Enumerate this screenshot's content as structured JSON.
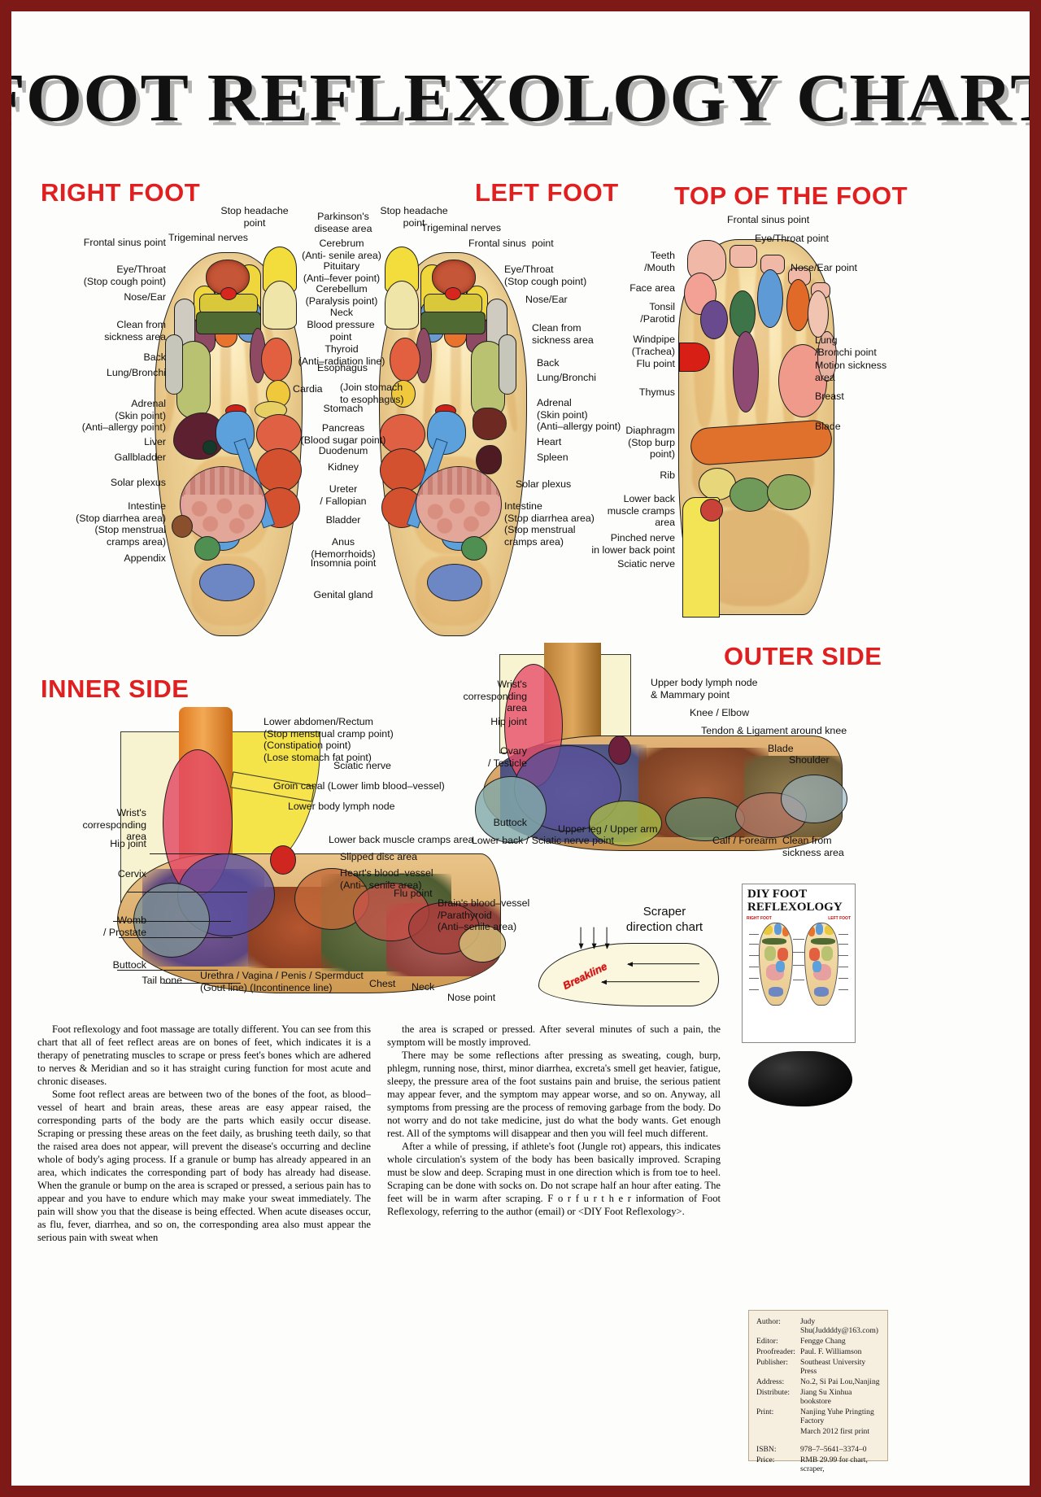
{
  "poster": {
    "title": "FOOT REFLEXOLOGY CHART",
    "accent_red": "#e02020",
    "border_color": "#7d1a17"
  },
  "sections": {
    "right_foot": "RIGHT FOOT",
    "left_foot": "LEFT FOOT",
    "top_of_foot": "TOP OF THE FOOT",
    "inner_side": "INNER SIDE",
    "outer_side": "OUTER SIDE"
  },
  "right_foot_labels_left": [
    "Frontal sinus point",
    "Eye/Throat\n(Stop cough point)",
    "Nose/Ear",
    "Clean from\nsickness area",
    "Back",
    "Lung/Bronchi",
    "Adrenal\n(Skin point)\n(Anti–allergy point)",
    "Liver",
    "Gallbladder",
    "Solar plexus",
    "Intestine\n(Stop diarrhea area)\n(Stop menstrual\ncramps area)",
    "Appendix"
  ],
  "right_foot_labels_top": [
    "Stop headache\npoint",
    "Trigeminal nerves"
  ],
  "center_labels": [
    "Parkinson's\ndisease area",
    "Cerebrum\n(Anti- senile area)",
    "Pituitary\n(Anti–fever point)",
    "Cerebellum\n(Paralysis point)",
    "Neck",
    "Blood pressure\npoint",
    "Thyroid\n(Anti–radiation line)",
    "Esophagus",
    "Cardia",
    "Stomach",
    "Pancreas\n(Blood sugar point)",
    "Duodenum",
    "Kidney",
    "Ureter\n/ Fallopian",
    "Bladder",
    "Anus\n(Hemorrhoids)",
    "Insomnia point",
    "Genital gland"
  ],
  "center_label_cardia_note": "(Join stomach\nto esophagus)",
  "left_foot_labels_top": [
    "Stop headache\npoint",
    "Trigeminal nerves",
    "Frontal sinus  point"
  ],
  "left_foot_labels_right": [
    "Eye/Throat\n(Stop cough point)",
    "Nose/Ear",
    "Clean from\nsickness area",
    "Back",
    "Lung/Bronchi",
    "Adrenal\n(Skin point)\n(Anti–allergy point)",
    "Heart",
    "Spleen",
    "Solar plexus",
    "Intestine\n(Stop diarrhea area)\n(Stop menstrual\ncramps area)"
  ],
  "top_foot_labels_left": [
    "Teeth\n/Mouth",
    "Face area",
    "Tonsil\n/Parotid",
    "Windpipe\n(Trachea)",
    "Flu point",
    "Thymus",
    "Diaphragm\n(Stop burp\npoint)",
    "Rib",
    "Lower back\nmuscle cramps\narea",
    "Pinched nerve\nin lower back point",
    "Sciatic nerve"
  ],
  "top_foot_labels_right": [
    "Frontal sinus point",
    "Eye/Throat point",
    "Nose/Ear point",
    "Lung\n/Bronchi point",
    "Motion sickness\narea",
    "Breast",
    "Blade"
  ],
  "inner_side_labels_right": [
    "Lower abdomen/Rectum\n(Stop menstrual cramp point)\n(Constipation point)\n(Lose stomach fat point)",
    "Sciatic nerve",
    "Groin canal (Lower limb blood–vessel)",
    "Lower body lymph node",
    "Lower back muscle cramps area",
    "Slipped disc area",
    "Heart's blood–vessel\n(Anti– senile area)",
    "Flu point",
    "Brain's blood–vessel\n/Parathyroid\n(Anti–senile area)"
  ],
  "inner_side_labels_left": [
    "Wrist's\ncorresponding\narea",
    "Hip joint",
    "Cervix",
    "Womb\n/ Prostate",
    "Buttock",
    "Tail bone"
  ],
  "inner_side_labels_bottom": [
    "Urethra / Vagina / Penis / Spermduct\n(Gout line) (Incontinence line)",
    "Chest",
    "Neck",
    "Nose point"
  ],
  "outer_side_labels_left": [
    "Wrist's\ncorresponding\narea",
    "Hip joint",
    "Ovary\n/ Testicle",
    "Buttock"
  ],
  "outer_side_labels_right": [
    "Upper body lymph node\n& Mammary point",
    "Knee / Elbow",
    "Tendon & Ligament around knee",
    "Blade",
    "Shoulder",
    "Calf / Forearm",
    "Clean from\nsickness area"
  ],
  "outer_side_labels_bottom": [
    "Lower back / Sciatic nerve point",
    "Upper leg / Upper arm"
  ],
  "scraper": {
    "title": "Scraper\ndirection\nchart",
    "breakline": "Breakline"
  },
  "diy": {
    "title": "DIY\nFOOT\nREFLEXOLOGY",
    "left_cap": "RIGHT FOOT",
    "right_cap": "LEFT FOOT"
  },
  "body_text": {
    "col1": [
      "Foot reflexology and foot massage are totally different. You can see from this chart that all of feet reflect areas are on bones of feet, which indicates it is a therapy of penetrating muscles to scrape or press feet's bones which are adhered to nerves & Meridian and so it has straight curing function for most acute and chronic diseases.",
      "Some foot reflect areas are between two of the bones of the foot, as blood–vessel of heart and brain areas, these areas are easy appear raised, the corresponding parts of the body are the parts which easily occur disease. Scraping or pressing these areas on the feet daily, as brushing teeth daily, so that the raised area does not appear, will prevent the disease's occurring and decline whole of body's aging process. If a granule or bump has already appeared in an area, which indicates the corresponding part of body has already had disease. When the granule or bump on the area is scraped or pressed, a serious pain has to appear and you have to endure which may make your sweat immediately. The pain will show you that the disease is being effected. When acute diseases occur, as flu, fever, diarrhea, and so on, the corresponding area also must appear the serious pain with sweat when"
    ],
    "col2": [
      "the area is scraped or pressed. After several minutes of such a pain, the symptom will be mostly improved.",
      "There may be some reflections after pressing as sweating, cough, burp, phlegm, running nose, thirst, minor diarrhea, excreta's smell get heavier, fatigue, sleepy, the pressure area of the foot sustains pain and bruise, the serious patient may appear fever, and the symptom may appear worse, and so on. Anyway, all symptoms from pressing are the process of removing garbage from the body. Do not worry and do not take medicine, just do what the body wants. Get enough rest. All of the symptoms will disappear and then you will feel much different.",
      "After a while of pressing, if athlete's foot (Jungle rot) appears, this indicates whole circulation's system of the body has been basically improved. Scraping must be slow and deep. Scraping must in one direction which is from toe to heel. Scraping can be done with socks on. Do not scrape half an hour after eating. The feet will be in warm after scraping. F o r   f u r t h e r information of Foot Reflexology, referring to the author (email) or <DIY Foot Reflexology>."
    ]
  },
  "credits": [
    {
      "key": "Author:",
      "value": "Judy Shu(Juddddy@163.com)"
    },
    {
      "key": "Editor:",
      "value": "Fengge Chang"
    },
    {
      "key": "Proofreader:",
      "value": "Paul. F. Williamson"
    },
    {
      "key": "Publisher:",
      "value": "Southeast University Press"
    },
    {
      "key": "Address:",
      "value": "No.2, Si Pai Lou,Nanjing"
    },
    {
      "key": "Distribute:",
      "value": "Jiang Su Xinhua bookstore"
    },
    {
      "key": "Print:",
      "value": "Nanjing Yuhe Pringting Factory"
    },
    {
      "key": "",
      "value": "March 2012 first print"
    },
    {
      "key": "ISBN:",
      "value": "978–7–5641–3374–0"
    },
    {
      "key": "Price:",
      "value": "RMB 29.99 for chart, scraper,"
    }
  ]
}
